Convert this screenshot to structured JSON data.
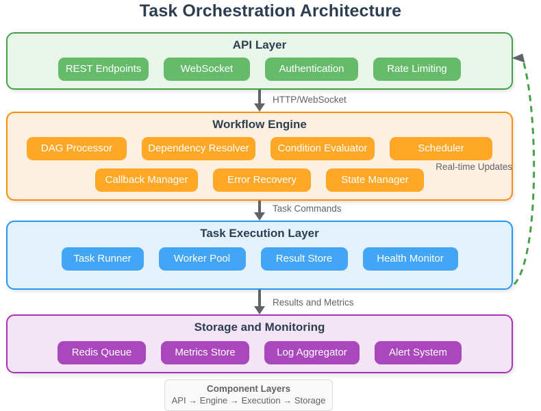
{
  "title": "Task Orchestration Architecture",
  "colors": {
    "title": "#2c3e50",
    "api_border": "#43a047",
    "api_fill": "#e8f5e9",
    "api_pill": "#66bb6a",
    "workflow_border": "#fb8c00",
    "workflow_fill": "#fdf0e0",
    "workflow_pill": "#ffa726",
    "execution_border": "#2196f3",
    "execution_fill": "#e3f2fd",
    "execution_pill": "#42a5f5",
    "storage_border": "#ab30ba",
    "storage_fill": "#f3e5f5",
    "storage_pill": "#ab47bc",
    "connector": "#5f6368",
    "feedback": "#43a047"
  },
  "layers": [
    {
      "id": "api",
      "title": "API Layer",
      "components": [
        "REST Endpoints",
        "WebSocket",
        "Authentication",
        "Rate Limiting"
      ]
    },
    {
      "id": "workflow",
      "title": "Workflow Engine",
      "components": [
        "DAG Processor",
        "Dependency Resolver",
        "Condition Evaluator",
        "Scheduler"
      ],
      "components_row2": [
        "Callback Manager",
        "Error Recovery",
        "State Manager"
      ]
    },
    {
      "id": "execution",
      "title": "Task Execution Layer",
      "components": [
        "Task Runner",
        "Worker Pool",
        "Result Store",
        "Health Monitor"
      ]
    },
    {
      "id": "storage",
      "title": "Storage and Monitoring",
      "components": [
        "Redis Queue",
        "Metrics Store",
        "Log Aggregator",
        "Alert System"
      ]
    }
  ],
  "connectors": [
    {
      "id": "api-to-workflow",
      "label": "HTTP/WebSocket"
    },
    {
      "id": "workflow-to-execution",
      "label": "Task Commands"
    },
    {
      "id": "execution-to-storage",
      "label": "Results and Metrics"
    }
  ],
  "feedback": {
    "id": "execution-to-api",
    "label": "Real-time Updates"
  },
  "legend": {
    "title": "Component Layers",
    "flow": "API → Engine → Execution → Storage"
  }
}
